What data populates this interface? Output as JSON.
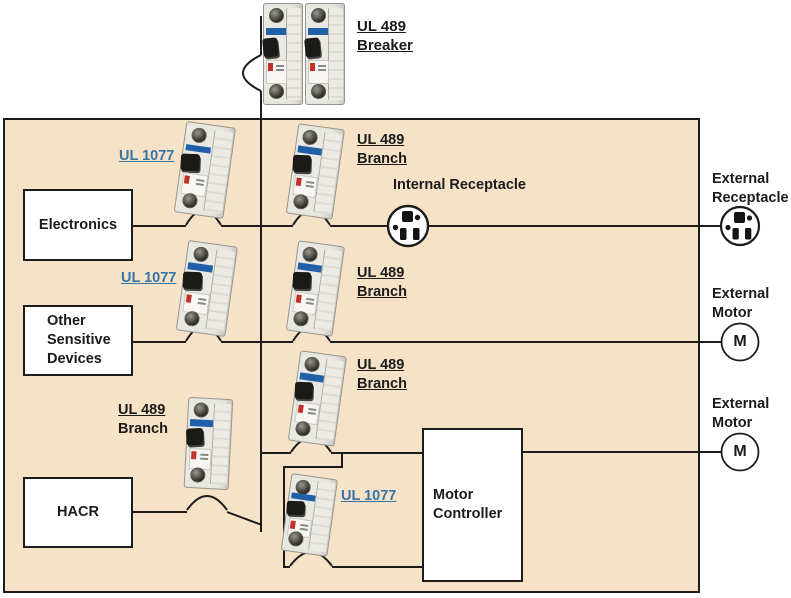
{
  "colors": {
    "enclosure_fill": "#f6e2c6",
    "wire": "#1c1c1c",
    "supplementary_link": "#3674a8"
  },
  "main_breaker": {
    "label": [
      "UL 489",
      "Breaker"
    ]
  },
  "branches": {
    "electronics": {
      "supplementary": "UL 1077",
      "branch": [
        "UL 489",
        "Branch"
      ],
      "load": "Electronics"
    },
    "sensitive": {
      "supplementary": "UL 1077",
      "branch": [
        "UL 489",
        "Branch"
      ],
      "load": "Other\nSensitive\nDevices"
    },
    "motor": {
      "supplementary": "UL 1077",
      "branch": [
        "UL 489",
        "Branch"
      ],
      "load": "Motor\nController"
    },
    "hacr": {
      "branch": [
        "UL 489",
        "Branch"
      ],
      "load": "HACR"
    }
  },
  "receptacles": {
    "internal": "Internal Receptacle",
    "external": [
      "External",
      "Receptacle"
    ]
  },
  "motors": {
    "external_1": {
      "label": [
        "External",
        "Motor"
      ],
      "symbol": "M"
    },
    "external_2": {
      "label": [
        "External",
        "Motor"
      ],
      "symbol": "M"
    }
  }
}
